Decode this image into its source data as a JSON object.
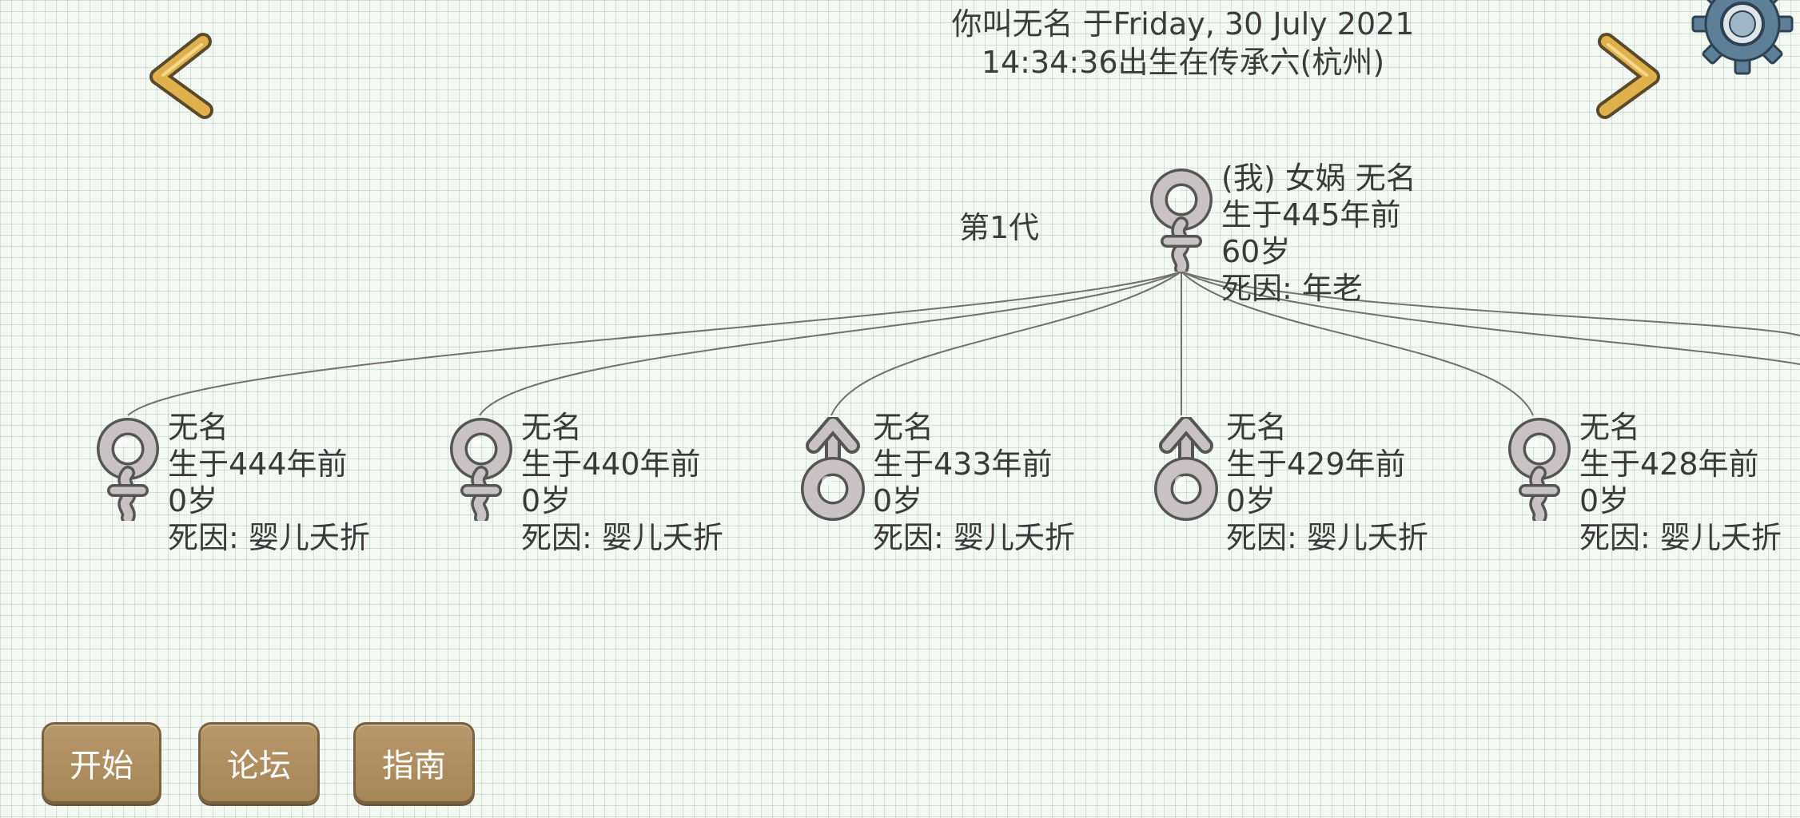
{
  "header": {
    "line1": "你叫无名 于Friday, 30 July 2021",
    "line2": "14:34:36出生在传承六(杭州)"
  },
  "icons": {
    "prev": "chevron-left-icon",
    "next": "chevron-right-icon",
    "settings": "gear-icon",
    "female": "female-symbol-icon",
    "male": "male-symbol-icon"
  },
  "generation": {
    "label": "第1代"
  },
  "self": {
    "gender": "female",
    "name": "(我) 女娲 无名",
    "born": "生于445年前",
    "age": "60岁",
    "cause": "死因: 年老"
  },
  "children": [
    {
      "gender": "female",
      "name": "无名",
      "born": "生于444年前",
      "age": "0岁",
      "cause": "死因: 婴儿夭折"
    },
    {
      "gender": "female",
      "name": "无名",
      "born": "生于440年前",
      "age": "0岁",
      "cause": "死因: 婴儿夭折"
    },
    {
      "gender": "male",
      "name": "无名",
      "born": "生于433年前",
      "age": "0岁",
      "cause": "死因: 婴儿夭折"
    },
    {
      "gender": "male",
      "name": "无名",
      "born": "生于429年前",
      "age": "0岁",
      "cause": "死因: 婴儿夭折"
    },
    {
      "gender": "female",
      "name": "无名",
      "born": "生于428年前",
      "age": "0岁",
      "cause": "死因: 婴儿夭折"
    }
  ],
  "buttons": {
    "start": "开始",
    "forum": "论坛",
    "guide": "指南"
  },
  "colors": {
    "button_bg": "#a68658",
    "arrow": "#e0b04c",
    "gear": "#5d7f98",
    "symbol": "#c8c2c4",
    "line": "#707070"
  }
}
